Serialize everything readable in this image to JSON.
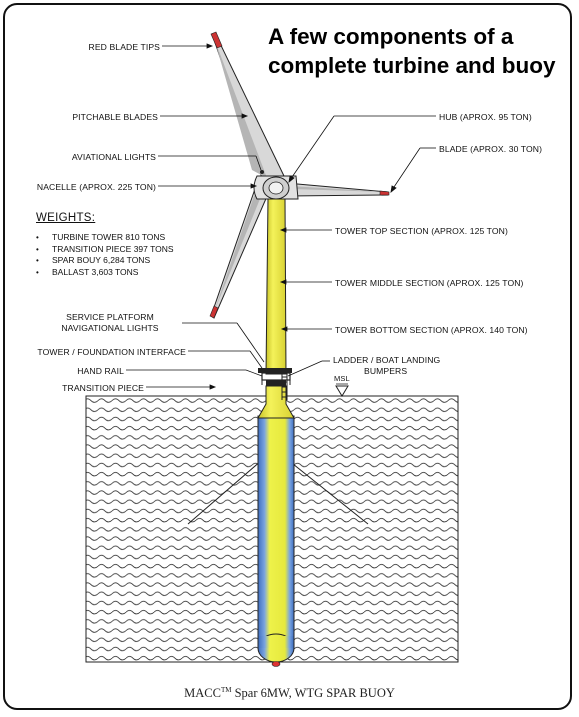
{
  "title": {
    "line1": "A few components of a",
    "line2": "complete turbine and buoy"
  },
  "labels": {
    "red_blade_tips": "RED BLADE TIPS",
    "pitchable_blades": "PITCHABLE BLADES",
    "aviational_lights": "AVIATIONAL LIGHTS",
    "nacelle": "NACELLE (APROX. 225 TON)",
    "hub": "HUB (APROX. 95 TON)",
    "blade": "BLADE (APROX. 30 TON)",
    "tower_top": "TOWER TOP SECTION (APROX. 125 TON)",
    "tower_middle": "TOWER MIDDLE SECTION (APROX. 125 TON)",
    "tower_bottom": "TOWER BOTTOM SECTION (APROX. 140 TON)",
    "service_platform": "SERVICE PLATFORM",
    "navigational_lights": "NAVIGATIONAL LIGHTS",
    "tower_foundation": "TOWER / FOUNDATION INTERFACE",
    "hand_rail": "HAND RAIL",
    "transition_piece": "TRANSITION PIECE",
    "ladder": "LADDER / BOAT LANDING",
    "bumpers": "BUMPERS",
    "msl": "MSL"
  },
  "weights": {
    "heading": "WEIGHTS:",
    "items": [
      "TURBINE TOWER 810 TONS",
      "TRANSITION PIECE 397 TONS",
      "SPAR BOUY 6,284 TONS",
      "BALLAST 3,603 TONS"
    ]
  },
  "caption": {
    "prefix": "MACC",
    "tm": "TM",
    "rest": " Spar 6MW, WTG SPAR BUOY"
  },
  "colors": {
    "tower": "#ecec44",
    "spar": "#e9ee44",
    "spar_blue": "#5b8dd6",
    "line": "#111111"
  }
}
